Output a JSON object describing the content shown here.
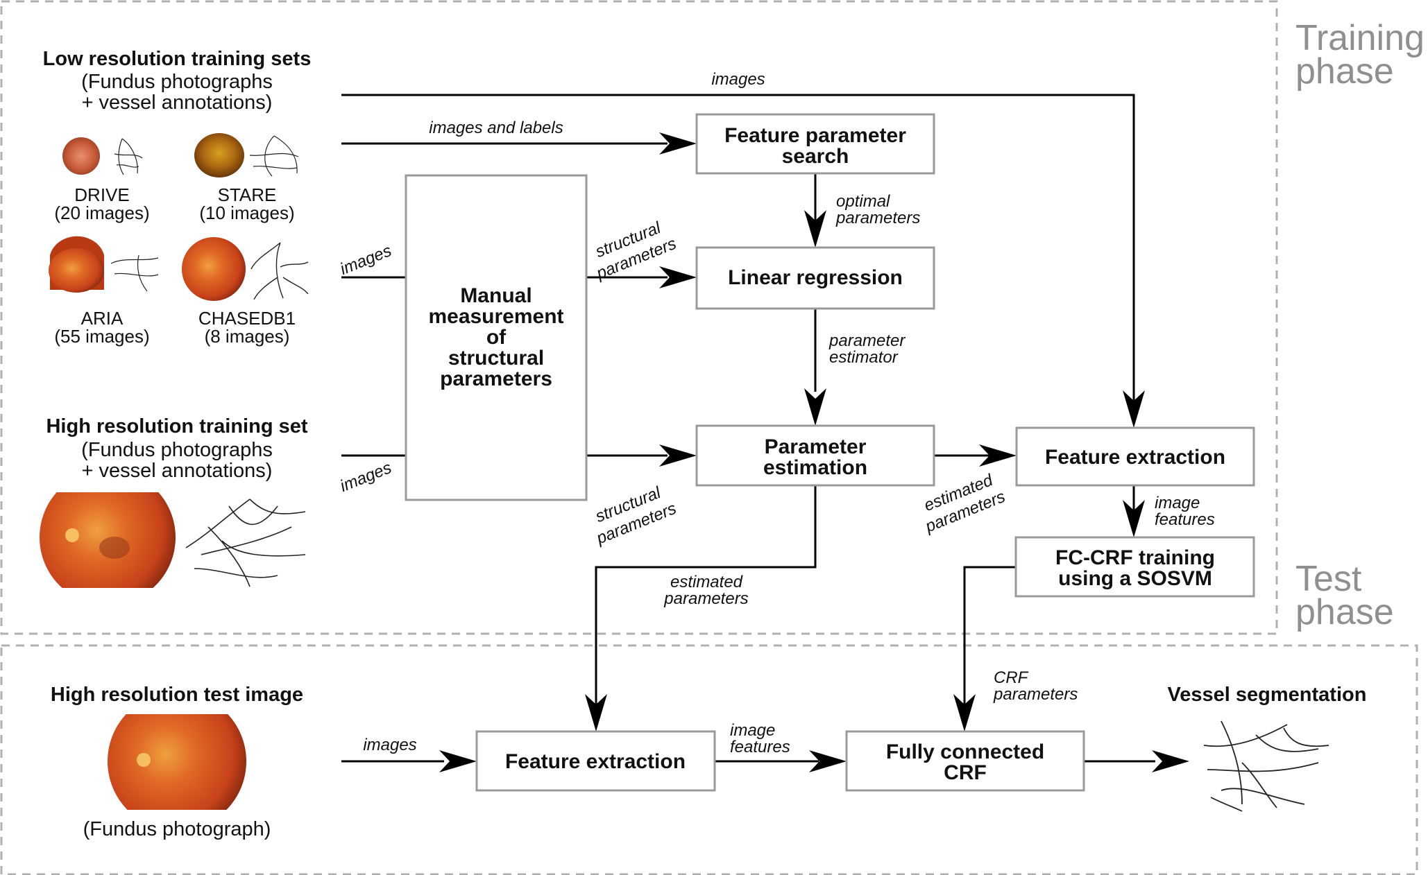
{
  "phases": {
    "training": "Training phase",
    "test": "Test phase"
  },
  "left": {
    "low_res": {
      "title": "Low resolution training sets",
      "sub1": "(Fundus photographs",
      "sub2": "+ vessel annotations)"
    },
    "datasets": [
      {
        "name": "DRIVE",
        "count": "(20 images)"
      },
      {
        "name": "STARE",
        "count": "(10 images)"
      },
      {
        "name": "ARIA",
        "count": "(55 images)"
      },
      {
        "name": "CHASEDB1",
        "count": "(8 images)"
      }
    ],
    "high_res": {
      "title": "High resolution training set",
      "sub1": "(Fundus photographs",
      "sub2": "+ vessel annotations)"
    },
    "test": {
      "title": "High resolution test image",
      "caption": "(Fundus photograph)"
    }
  },
  "boxes": {
    "manual": [
      "Manual",
      "measurement",
      "of",
      "structural",
      "parameters"
    ],
    "feature_search": [
      "Feature parameter",
      "search"
    ],
    "linear_regression": "Linear regression",
    "param_estimation": [
      "Parameter",
      "estimation"
    ],
    "feature_extraction_train": "Feature extraction",
    "fccrf_training": [
      "FC-CRF training",
      "using a SOSVM"
    ],
    "feature_extraction_test": "Feature extraction",
    "fully_connected": [
      "Fully connected",
      "CRF"
    ]
  },
  "edges": {
    "images_top": "images",
    "images_and_labels": "images and labels",
    "images_low": "images",
    "images_high": "images",
    "structural_params_1": [
      "structural",
      "parameters"
    ],
    "structural_params_2": [
      "structural",
      "parameters"
    ],
    "optimal_params": [
      "optimal",
      "parameters"
    ],
    "param_estimator": [
      "parameter",
      "estimator"
    ],
    "estimated_params_1": [
      "estimated",
      "parameters"
    ],
    "image_features_1": [
      "image",
      "features"
    ],
    "estimated_params_2": [
      "estimated",
      "parameters"
    ],
    "crf_params": [
      "CRF",
      "parameters"
    ],
    "images_test": "images",
    "image_features_2": [
      "image",
      "features"
    ]
  },
  "output": {
    "title": "Vessel segmentation"
  },
  "colors": {
    "fundus": "#d9531e",
    "box_border": "#9a9a9a",
    "phase_text": "#8f8f8f",
    "dashed_border": "#b0b0b0"
  }
}
